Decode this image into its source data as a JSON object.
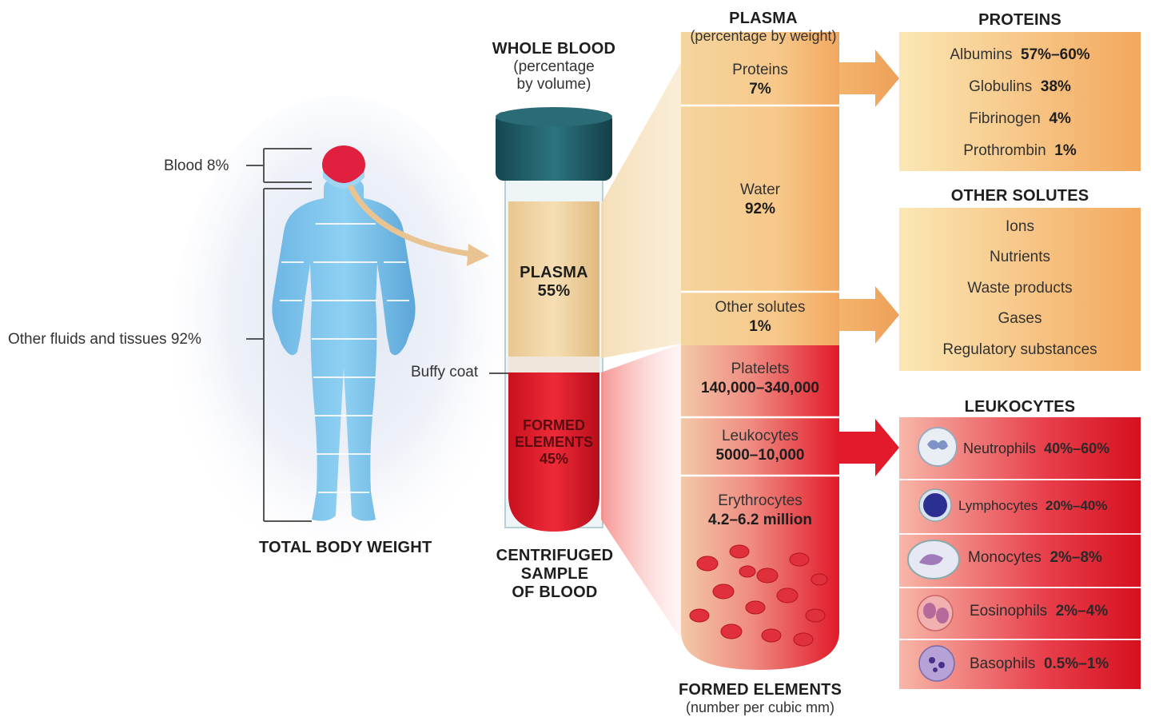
{
  "body": {
    "blood_label": "Blood 8%",
    "other_label": "Other fluids and tissues 92%",
    "title": "TOTAL BODY WEIGHT"
  },
  "tube": {
    "heading": "WHOLE BLOOD",
    "subheading_1": "(percentage",
    "subheading_2": "by volume)",
    "plasma_label": "PLASMA",
    "plasma_value": "55%",
    "buffy_coat_label": "Buffy coat",
    "formed_label_1": "FORMED",
    "formed_label_2": "ELEMENTS",
    "formed_value": "45%",
    "caption_1": "CENTRIFUGED",
    "caption_2": "SAMPLE",
    "caption_3": "OF BLOOD",
    "plasma_fraction": 0.55,
    "formed_fraction": 0.45
  },
  "plasma": {
    "heading": "PLASMA",
    "subheading": "(percentage by weight)",
    "segments": [
      {
        "label": "Proteins",
        "value": "7%"
      },
      {
        "label": "Water",
        "value": "92%"
      },
      {
        "label": "Other solutes",
        "value": "1%"
      }
    ]
  },
  "formed": {
    "segments": [
      {
        "label": "Platelets",
        "value": "140,000–340,000"
      },
      {
        "label": "Leukocytes",
        "value": "5000–10,000"
      },
      {
        "label": "Erythrocytes",
        "value": "4.2–6.2 million"
      }
    ],
    "caption": "FORMED ELEMENTS",
    "subcaption": "(number per cubic mm)"
  },
  "proteins": {
    "heading": "PROTEINS",
    "items": [
      {
        "name": "Albumins",
        "value": "57%–60%"
      },
      {
        "name": "Globulins",
        "value": "38%"
      },
      {
        "name": "Fibrinogen",
        "value": "4%"
      },
      {
        "name": "Prothrombin",
        "value": "1%"
      }
    ]
  },
  "other_solutes": {
    "heading": "OTHER SOLUTES",
    "items": [
      "Ions",
      "Nutrients",
      "Waste products",
      "Gases",
      "Regulatory substances"
    ]
  },
  "leukocytes": {
    "heading": "LEUKOCYTES",
    "items": [
      {
        "name": "Neutrophils",
        "value": "40%–60%"
      },
      {
        "name": "Lymphocytes",
        "value": "20%–40%"
      },
      {
        "name": "Monocytes",
        "value": "2%–8%"
      },
      {
        "name": "Eosinophils",
        "value": "2%–4%"
      },
      {
        "name": "Basophils",
        "value": "0.5%–1%"
      }
    ]
  },
  "colors": {
    "plasma": "#f2c98a",
    "formed": "#e0182a",
    "cap": "#1f5a63",
    "body": "#7fc1e8",
    "head": "#e02040",
    "protein_box": "#f6c07c",
    "leuk_box": "#e0182a"
  }
}
